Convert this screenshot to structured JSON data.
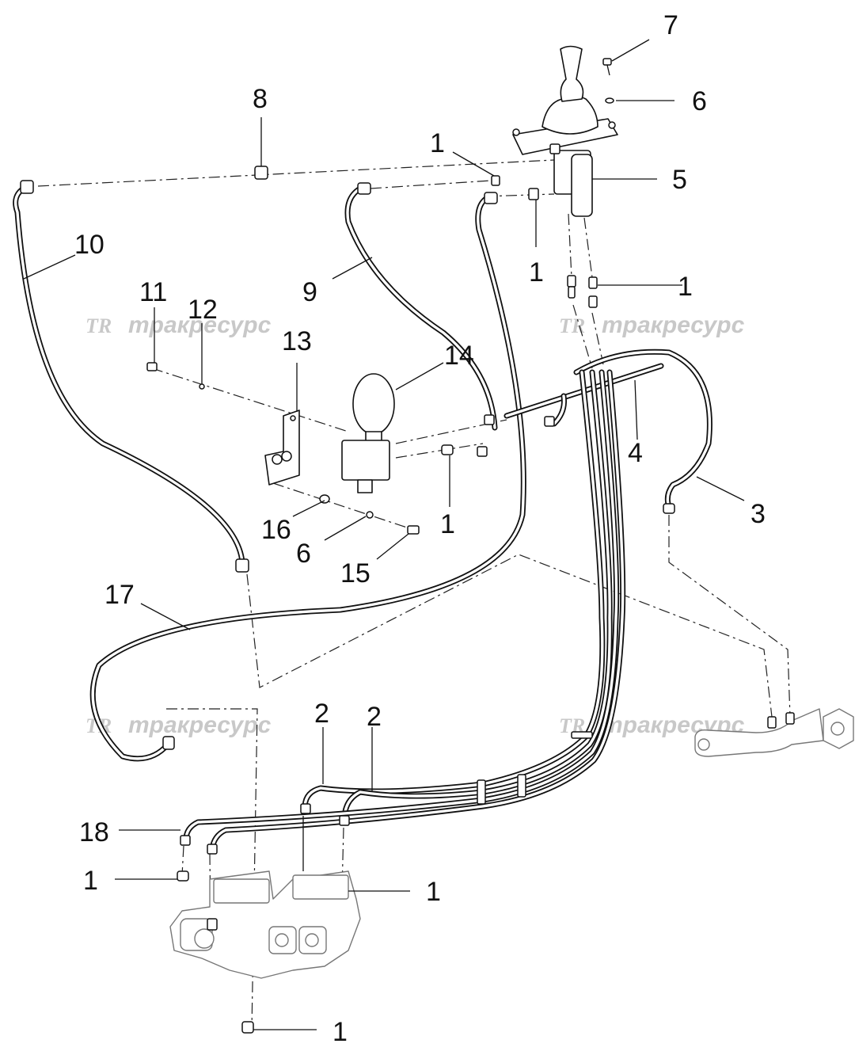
{
  "watermark": {
    "logo": "TR",
    "text": "тракресурс"
  },
  "labels": {
    "p7": "7",
    "p6a": "6",
    "p8": "8",
    "p1a": "1",
    "p5": "5",
    "p10": "10",
    "p9": "9",
    "p1b": "1",
    "p1c": "1",
    "p11": "11",
    "p12": "12",
    "p13": "13",
    "p14": "14",
    "p4": "4",
    "p3": "3",
    "p1d": "1",
    "p16": "16",
    "p6b": "6",
    "p15": "15",
    "p17": "17",
    "p2a": "2",
    "p2b": "2",
    "p18": "18",
    "p1e": "1",
    "p1f": "1",
    "p1g": "1"
  }
}
